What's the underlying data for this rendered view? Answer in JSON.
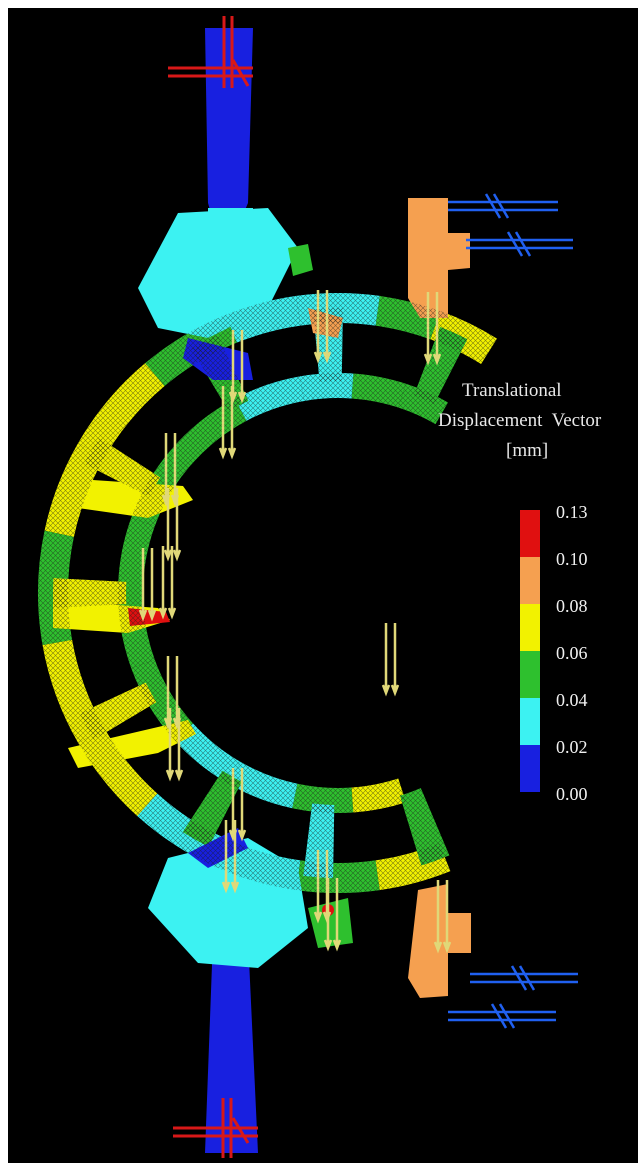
{
  "legend": {
    "title_line1": "Translational",
    "title_line2": "Displacement  Vector",
    "title_line3": "[mm]",
    "ticks": [
      "0.13",
      "0.10",
      "0.08",
      "0.06",
      "0.04",
      "0.02",
      "0.00"
    ],
    "colors": [
      "#e01010",
      "#f5a050",
      "#f2f200",
      "#2ec02e",
      "#3cf2f2",
      "#1820e0"
    ]
  },
  "colors": {
    "background": "#000000",
    "mesh_lines": "#1a1a1a",
    "load_arrows": "#e0d878",
    "constraint_red": "#d81818",
    "constraint_blue": "#2060f0",
    "contour_blue": "#1820e0",
    "contour_cyan": "#3cf2f2",
    "contour_green": "#2ec02e",
    "contour_yellow": "#f2f200",
    "contour_orange": "#f5a050",
    "contour_red": "#e01010"
  }
}
